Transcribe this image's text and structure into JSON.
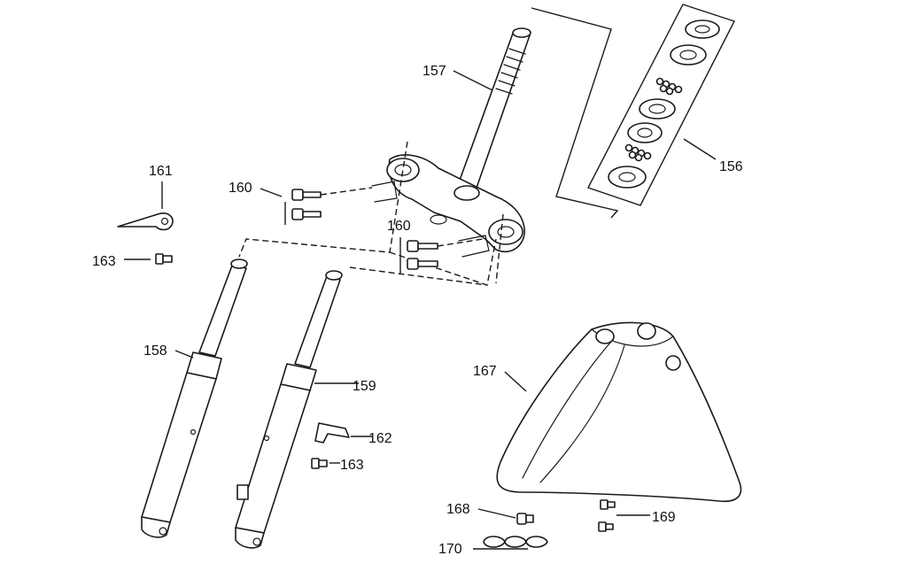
{
  "labels": {
    "p156": "156",
    "p157": "157",
    "p158": "158",
    "p159": "159",
    "p160a": "160",
    "p160b": "160",
    "p161": "161",
    "p162": "162",
    "p163a": "163",
    "p163b": "163",
    "p167": "167",
    "p168": "168",
    "p169": "169",
    "p170": "170"
  }
}
